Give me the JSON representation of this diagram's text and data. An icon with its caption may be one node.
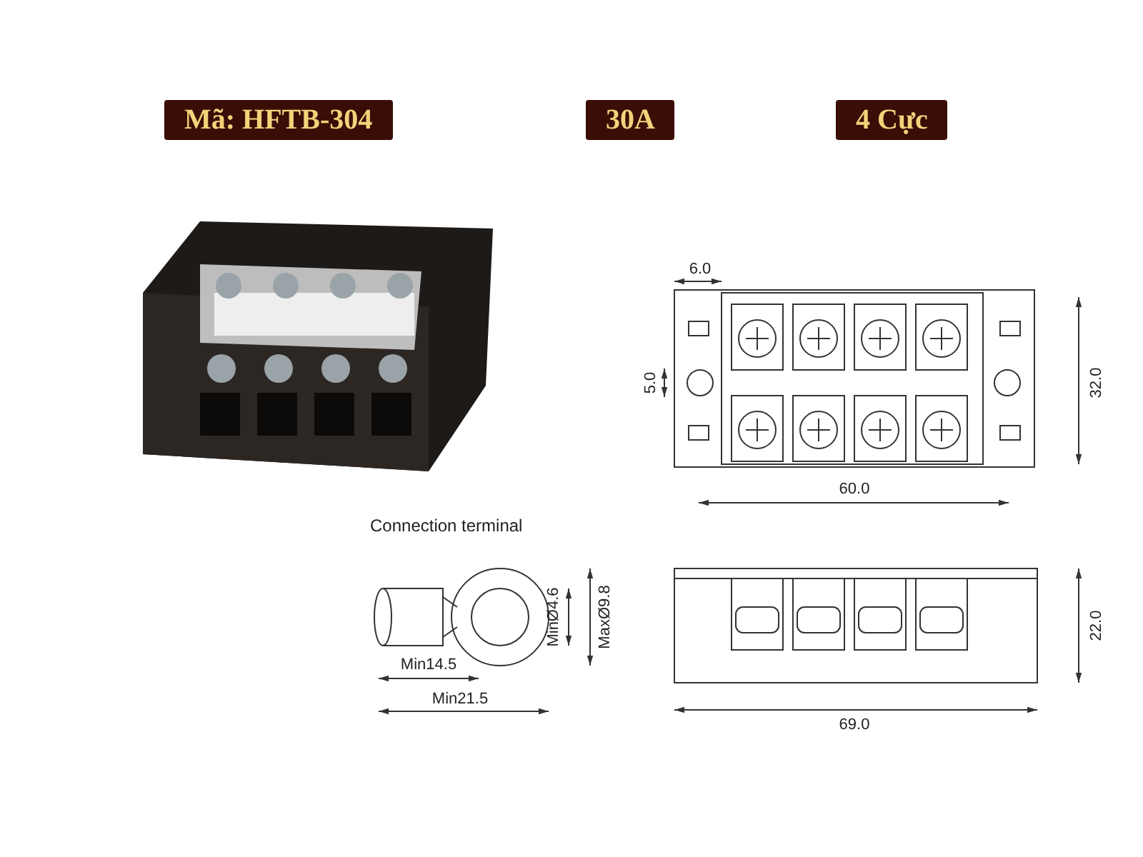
{
  "diagram": {
    "labels": [
      "Mã: HFTB-304",
      "30A",
      "4 Cực",
      "6.0",
      "5.0",
      "32.0",
      "60.0",
      "Connection terminal",
      "MinØ4.6",
      "MaxØ9.8",
      "22.0",
      "Min14.5",
      "Min21.5",
      "69.0"
    ]
  }
}
